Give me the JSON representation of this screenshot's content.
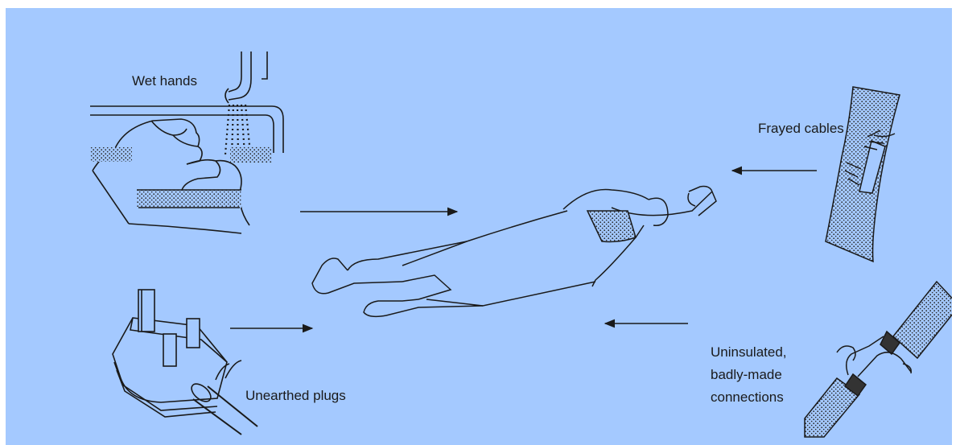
{
  "labels": {
    "wet_hands": "Wet hands",
    "frayed_cables": "Frayed cables",
    "unearthed_plugs": "Unearthed plugs",
    "uninsulated": [
      "Uninsulated,",
      "badly-made",
      "connections"
    ]
  },
  "colors": {
    "background": "#a4c9ff",
    "ink": "#1a1a1a"
  }
}
